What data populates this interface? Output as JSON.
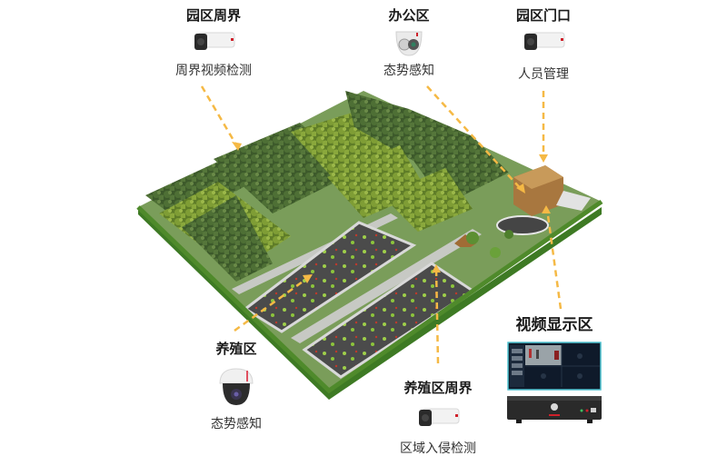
{
  "labels": {
    "park_perimeter": {
      "title": "园区周界",
      "caption": "周界视频检测",
      "device": "bullet-camera"
    },
    "office": {
      "title": "办公区",
      "caption": "态势感知",
      "device": "thermal-dome-camera"
    },
    "park_gate": {
      "title": "园区门口",
      "caption": "人员管理",
      "device": "bullet-camera"
    },
    "farming_area": {
      "title": "养殖区",
      "caption": "态势感知",
      "device": "dome-camera"
    },
    "farming_perimeter": {
      "title": "养殖区周界",
      "caption": "区域入侵检测",
      "device": "bullet-camera"
    },
    "video_display": {
      "title": "视频显示区",
      "device": "monitor-with-nvr"
    }
  },
  "colors": {
    "arrow": "#f5b945",
    "grass": "#4f8a2b",
    "tree_dark": "#3f5e2e",
    "tree_light": "#7a9a35",
    "pond": "#4a4a4a",
    "road": "#b9bcb6",
    "brand_red": "#d0202a"
  }
}
